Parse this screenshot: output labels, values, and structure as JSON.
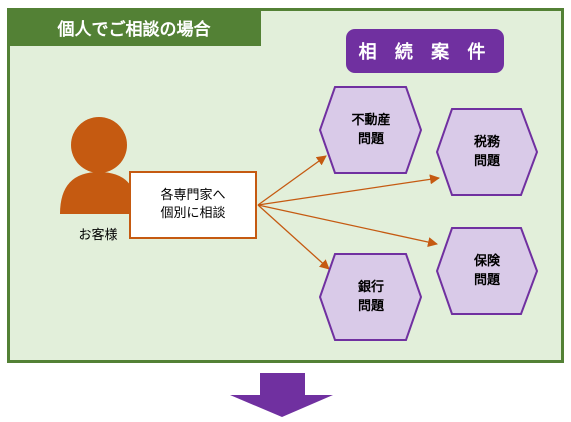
{
  "header": {
    "title": "個人でご相談の場合"
  },
  "case_title": "相 続 案 件",
  "client": {
    "label": "お客様",
    "icon": "person-icon",
    "color": "#c55a11"
  },
  "consult_box": {
    "line1": "各専門家へ",
    "line2": "個別に相談"
  },
  "issues": [
    {
      "line1": "不動産",
      "line2": "問題"
    },
    {
      "line1": "税務",
      "line2": "問題"
    },
    {
      "line1": "銀行",
      "line2": "問題"
    },
    {
      "line1": "保険",
      "line2": "問題"
    }
  ],
  "colors": {
    "panel_fill": "#e2efda",
    "panel_border": "#538135",
    "accent_purple": "#7030a0",
    "hex_fill": "#d9cae8",
    "arrow_orange": "#c55a11"
  }
}
